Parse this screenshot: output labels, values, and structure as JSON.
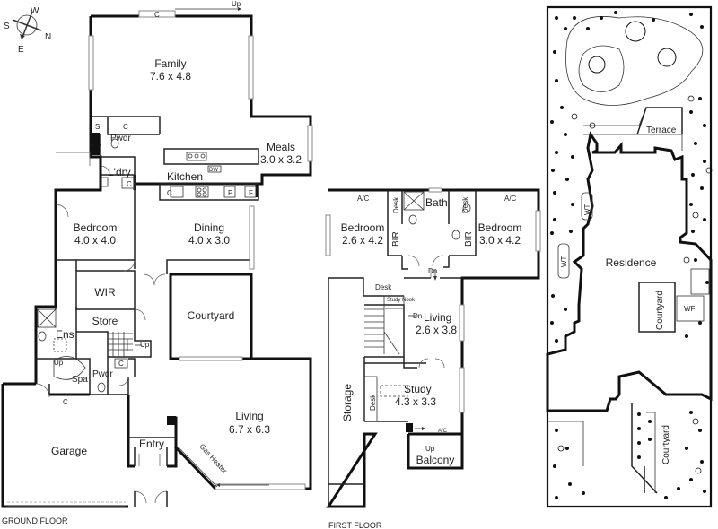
{
  "compass": {
    "s": "S",
    "w": "W",
    "n": "N",
    "e": "E"
  },
  "ground": {
    "caption": "GROUND FLOOR",
    "family": {
      "name": "Family",
      "dim": "7.6 x 4.8"
    },
    "meals": {
      "name": "Meals",
      "dim": "3.0 x 3.2"
    },
    "kitchen": "Kitchen",
    "dw": "DW",
    "pwdr": "Pwdr",
    "ldry": "L'dry",
    "bedroom": {
      "name": "Bedroom",
      "dim": "4.0 x 4.0"
    },
    "dining": {
      "name": "Dining",
      "dim": "4.0 x 3.0"
    },
    "wir": "WIR",
    "store": "Store",
    "ens": "Ens",
    "spa": "Spa",
    "up": "Up",
    "courtyard": "Courtyard",
    "living": {
      "name": "Living",
      "dim": "6.7 x 6.3"
    },
    "garage": "Garage",
    "entry": "Entry",
    "gas_heater": "Gas Heater",
    "c": "C",
    "s": "S",
    "p": "P",
    "f": "F"
  },
  "first": {
    "caption": "FIRST FLOOR",
    "bedroom_left": {
      "name": "Bedroom",
      "dim": "2.6 x 4.2"
    },
    "bedroom_right": {
      "name": "Bedroom",
      "dim": "3.0 x 4.2"
    },
    "bath": "Bath",
    "bir": "BIR",
    "desk": "Desk",
    "ac": "A/C",
    "dn": "Dn",
    "study_nook": "Study Nook",
    "living": {
      "name": "Living",
      "dim": "2.6 x 3.8"
    },
    "study": {
      "name": "Study",
      "dim": "4.3 x 3.3"
    },
    "storage": "Storage",
    "up": "Up",
    "balcony": "Balcony"
  },
  "site": {
    "terrace": "Terrace",
    "residence": "Residence",
    "courtyard": "Courtyard",
    "wf": "WF",
    "wt": "WT"
  }
}
